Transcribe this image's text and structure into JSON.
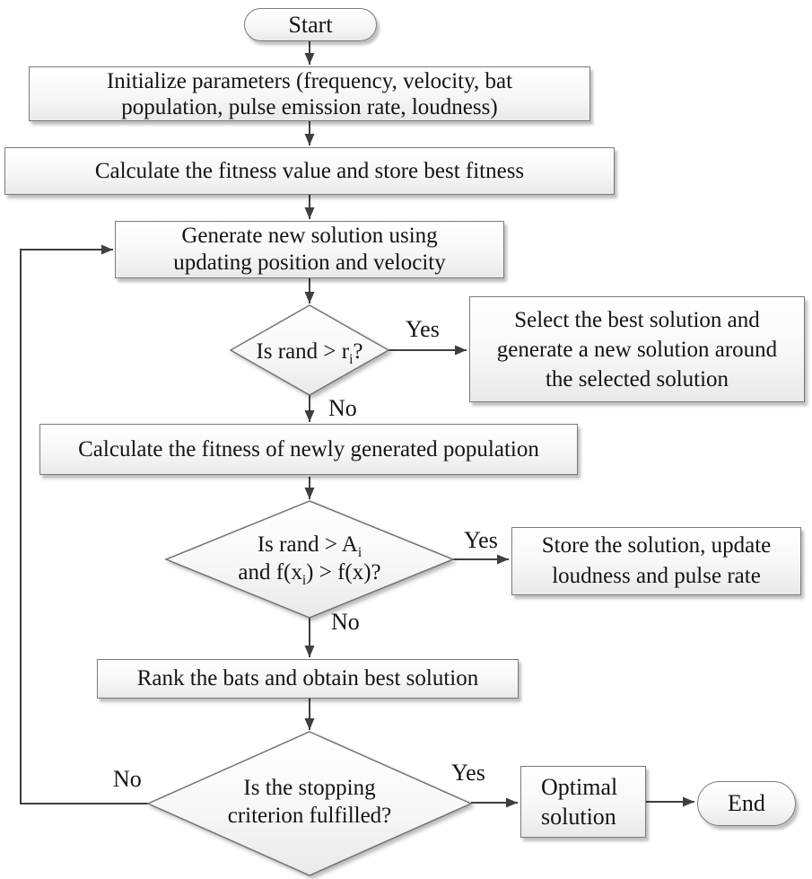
{
  "flowchart": {
    "nodes": {
      "start": {
        "label": "Start"
      },
      "init": {
        "line1": "Initialize parameters (frequency, velocity, bat",
        "line2": "population, pulse emission rate, loudness)"
      },
      "calc_fitness": {
        "line1": "Calculate the fitness value and store best fitness"
      },
      "generate": {
        "line1": "Generate new solution using",
        "line2": "updating position and velocity"
      },
      "decision_rand_r": {
        "question": [
          {
            "text": "Is rand > r"
          },
          {
            "text": "i",
            "sub": true
          },
          {
            "text": "?"
          }
        ]
      },
      "select_best": {
        "line1": "Select the best solution and",
        "line2": "generate a new solution around",
        "line3": "the selected solution"
      },
      "calc_new_fitness": {
        "line1": "Calculate the fitness of newly generated population"
      },
      "decision_loudness": {
        "question_line1": [
          {
            "text": "Is rand > A"
          },
          {
            "text": "i",
            "sub": true
          }
        ],
        "question_line2": [
          {
            "text": "and f(x"
          },
          {
            "text": "i",
            "sub": true
          },
          {
            "text": ") > f(x)?"
          }
        ]
      },
      "store_solution": {
        "line1": "Store the solution, update",
        "line2": "loudness and pulse rate"
      },
      "rank_bats": {
        "line1": "Rank the bats and obtain best solution"
      },
      "decision_stop": {
        "line1": "Is the stopping",
        "line2": "criterion fulfilled?"
      },
      "optimal": {
        "line1": "Optimal",
        "line2": "solution"
      },
      "end": {
        "label": "End"
      }
    },
    "edge_labels": {
      "d1_yes": "Yes",
      "d1_no": "No",
      "d2_yes": "Yes",
      "d2_no": "No",
      "d3_yes": "Yes",
      "d3_no": "No"
    },
    "colors": {
      "node_fill_top": "#ffffff",
      "node_fill_bottom": "#e9e9e9",
      "node_border": "#7a7a7a",
      "connector": "#3f3f3f",
      "text": "#141414"
    }
  }
}
